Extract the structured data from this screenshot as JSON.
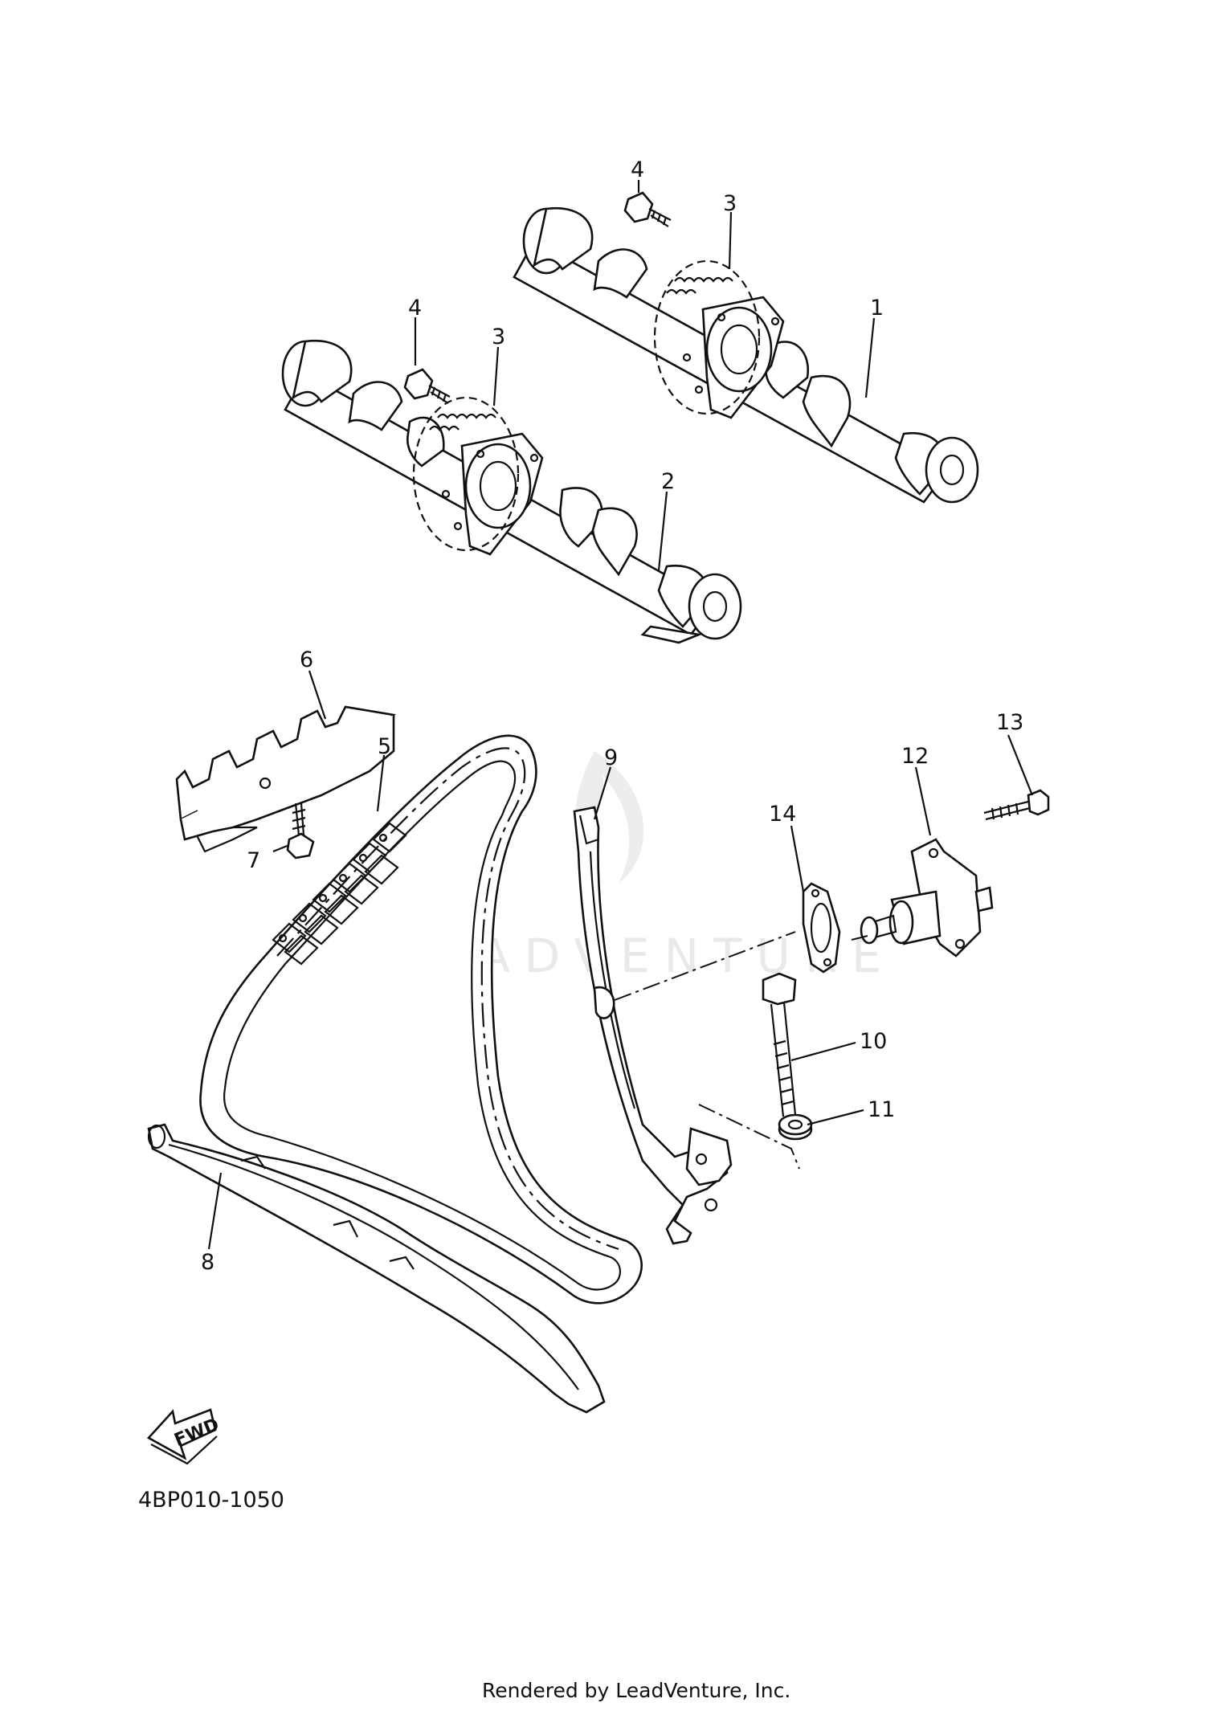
{
  "watermark": "LEADVENTURE",
  "diagram_code": "4BP010-1050",
  "footer": "Rendered by LeadVenture, Inc.",
  "fwd_label": "FWD",
  "callouts": {
    "c1": "1",
    "c2": "2",
    "c3a": "3",
    "c3b": "3",
    "c4a": "4",
    "c4b": "4",
    "c5": "5",
    "c6": "6",
    "c7": "7",
    "c8": "8",
    "c9": "9",
    "c10": "10",
    "c11": "11",
    "c12": "12",
    "c13": "13",
    "c14": "14"
  }
}
